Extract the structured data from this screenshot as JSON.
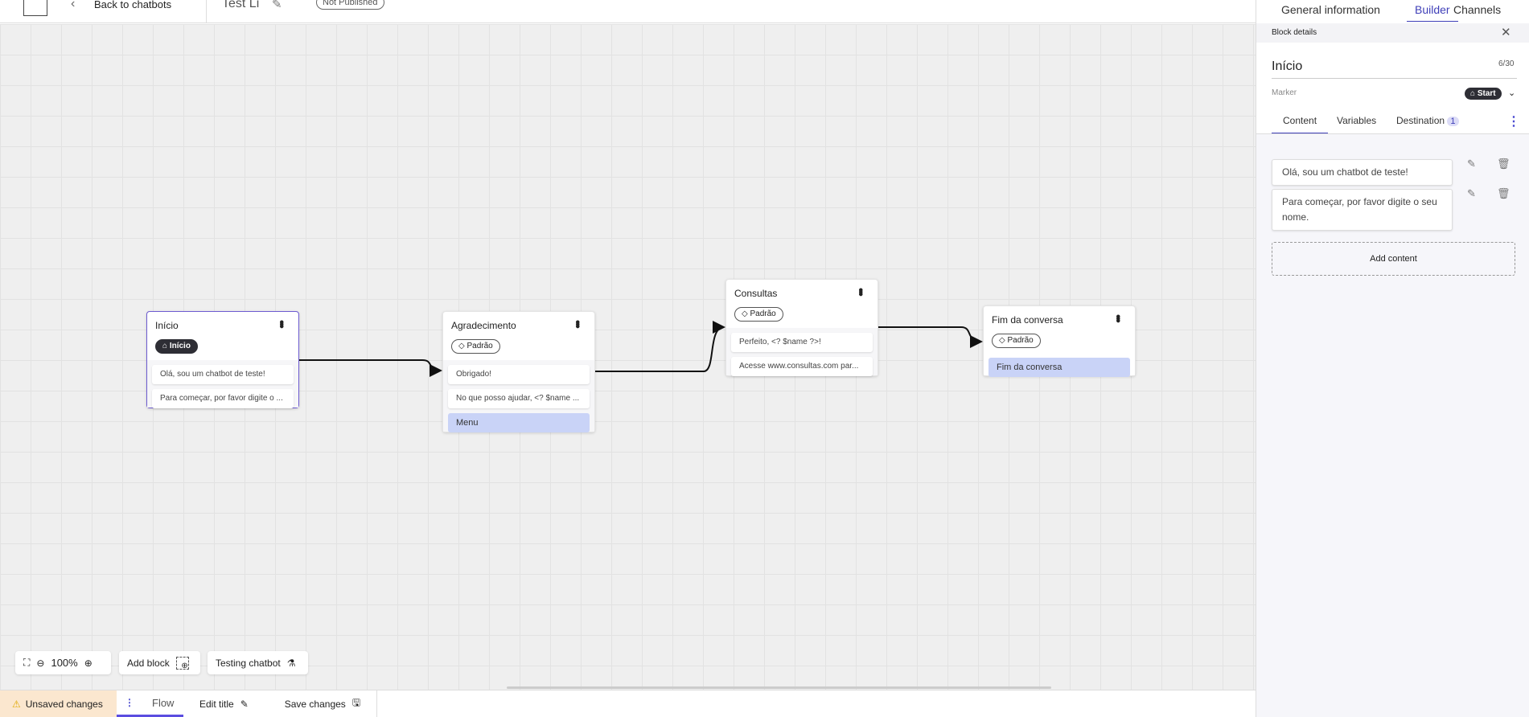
{
  "header": {
    "back_label": "Back to chatbots",
    "title": "Test Li",
    "status_badge": "Not Published"
  },
  "top_tabs": [
    {
      "label": "General information"
    },
    {
      "label": "Builder",
      "active": true
    },
    {
      "label": "Channels"
    }
  ],
  "nodes": [
    {
      "title": "Início",
      "tag": "Início",
      "tag_icon": "home-icon",
      "messages": [
        "Olá, sou um chatbot de teste!",
        "Para começar, por favor digite o ..."
      ]
    },
    {
      "title": "Agradecimento",
      "tag": "Padrão",
      "tag_icon": "tag-icon",
      "messages": [
        "Obrigado!",
        "No que posso ajudar, <? $name ..."
      ],
      "menu": "Menu"
    },
    {
      "title": "Consultas",
      "tag": "Padrão",
      "tag_icon": "tag-icon",
      "messages": [
        "Perfeito, <? $name ?>!",
        "Acesse www.consultas.com par..."
      ]
    },
    {
      "title": "Fim da conversa",
      "tag": "Padrão",
      "tag_icon": "tag-icon",
      "menu": "Fim da conversa"
    }
  ],
  "toolbar": {
    "zoom": "100%",
    "add_block": "Add block",
    "testing": "Testing chatbot"
  },
  "statusbar": {
    "unsaved": "Unsaved changes",
    "flow": "Flow",
    "edit_title": "Edit title",
    "save": "Save changes"
  },
  "panel": {
    "header": "Block details",
    "title": "Início",
    "char_count": "6/30",
    "marker_label": "Marker",
    "marker_value": "Start",
    "tabs": [
      {
        "label": "Content",
        "active": true
      },
      {
        "label": "Variables"
      },
      {
        "label": "Destination",
        "badge": "1"
      }
    ],
    "contents": [
      "Olá, sou um chatbot de teste!",
      "Para começar, por favor digite o seu nome."
    ],
    "add_content": "Add content"
  },
  "colors": {
    "accent": "#3f3fb8",
    "selected_border": "#6d5bd0",
    "menu_bg": "#c9d3f7",
    "warning_bg": "#fbe7cf"
  }
}
